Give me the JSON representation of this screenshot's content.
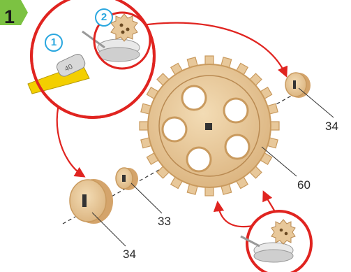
{
  "step": {
    "number": "1",
    "sub_steps": [
      "1",
      "2"
    ]
  },
  "part_labels": {
    "spacer_right": "34",
    "gear": "60",
    "hub": "33",
    "spacer_left": "34"
  },
  "colors": {
    "badge_green": "#7cc242",
    "circle_red": "#e02420",
    "arrow_red": "#e02420",
    "wood": "#e8c89a",
    "wood_edge": "#c99a5e",
    "sub_blue": "#2aa7df",
    "glue_yellow": "#f3cf00"
  }
}
